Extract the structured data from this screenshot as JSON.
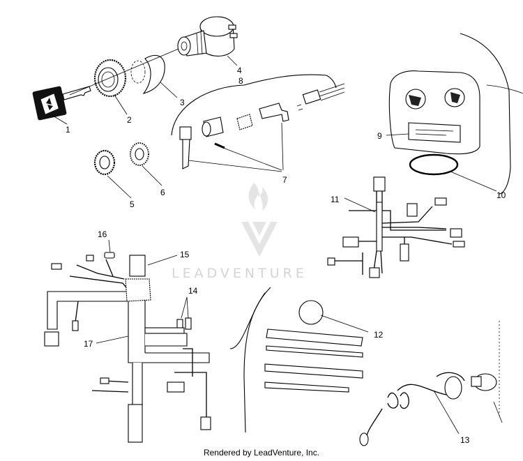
{
  "callouts": [
    {
      "id": "1",
      "label": "1"
    },
    {
      "id": "2",
      "label": "2"
    },
    {
      "id": "3",
      "label": "3"
    },
    {
      "id": "4",
      "label": "4"
    },
    {
      "id": "5",
      "label": "5"
    },
    {
      "id": "6",
      "label": "6"
    },
    {
      "id": "7",
      "label": "7"
    },
    {
      "id": "8",
      "label": "8"
    },
    {
      "id": "9",
      "label": "9"
    },
    {
      "id": "10",
      "label": "10"
    },
    {
      "id": "11",
      "label": "11"
    },
    {
      "id": "12",
      "label": "12"
    },
    {
      "id": "13",
      "label": "13"
    },
    {
      "id": "14",
      "label": "14"
    },
    {
      "id": "15",
      "label": "15"
    },
    {
      "id": "16",
      "label": "16"
    },
    {
      "id": "17",
      "label": "17"
    }
  ],
  "watermark": {
    "text": "LEADVENTURE"
  },
  "footer": {
    "text": "Rendered by LeadVenture, Inc."
  },
  "colors": {
    "ink": "#000000",
    "background": "#ffffff",
    "watermark": "#d4d4d4"
  }
}
